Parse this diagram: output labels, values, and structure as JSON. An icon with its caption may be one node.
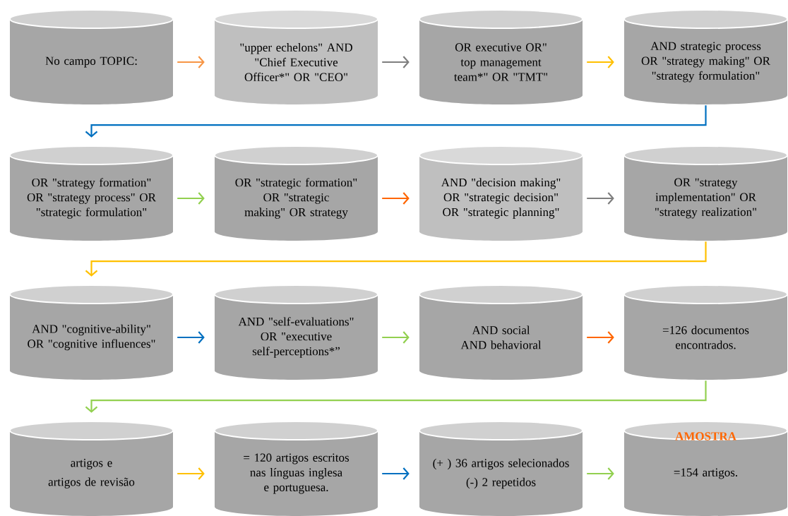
{
  "diagram": {
    "nodes": [
      {
        "text": [
          "No campo TOPIC:"
        ]
      },
      {
        "text": [
          "\"upper echelons\" AND \"Chief Executive Officer*\" OR \"CEO\""
        ]
      },
      {
        "text": [
          "OR executive OR\" top management team*\" OR \"TMT\""
        ]
      },
      {
        "text": [
          "AND strategic process OR \"strategy making\" OR \"strategy formulation\""
        ]
      },
      {
        "text": [
          "OR \"strategy formation\" OR \"strategy process\" OR \"strategic formulation\""
        ]
      },
      {
        "text": [
          "OR \"strategic formation\" OR \"strategic making\" OR strategy"
        ]
      },
      {
        "text": [
          "AND \"decision making\" OR \"strategic decision\" OR \"strategic planning\""
        ]
      },
      {
        "text": [
          "OR \"strategy implementation\" OR \"strategy realization\""
        ]
      },
      {
        "text": [
          "AND \"cognitive-ability\" OR \"cognitive influences\""
        ]
      },
      {
        "text": [
          "AND \"self-evaluations\" OR \"executive self-perceptions*”"
        ]
      },
      {
        "text": [
          "AND social AND behavioral"
        ]
      },
      {
        "text": [
          "=126 documentos encontrados."
        ]
      },
      {
        "text": [
          "artigos e",
          "artigos de revisão"
        ]
      },
      {
        "text": [
          "= 120 artigos escritos nas línguas inglesa e portuguesa."
        ]
      },
      {
        "text": [
          "(+ ) 36 artigos selecionados",
          "(-) 2 repetidos"
        ]
      },
      {
        "text": [
          "AMOSTRA",
          "=154 artigos."
        ]
      }
    ],
    "edges": [
      {
        "from": 0,
        "to": 1,
        "arrow": "to",
        "color": "#f79646"
      },
      {
        "from": 1,
        "to": 2,
        "arrow": "to",
        "color": "#7f7f7f"
      },
      {
        "from": 2,
        "to": 3,
        "arrow": "to",
        "color": "#ffc000"
      },
      {
        "from": 3,
        "to": 4,
        "arrow": "to",
        "color": "#0070c0"
      },
      {
        "from": 4,
        "to": 5,
        "arrow": "to",
        "color": "#92d050"
      },
      {
        "from": 5,
        "to": 6,
        "arrow": "to",
        "color": "#ff6600"
      },
      {
        "from": 6,
        "to": 7,
        "arrow": "to",
        "color": "#7f7f7f"
      },
      {
        "from": 7,
        "to": 8,
        "arrow": "to",
        "color": "#ffc000"
      },
      {
        "from": 8,
        "to": 9,
        "arrow": "to",
        "color": "#0070c0"
      },
      {
        "from": 9,
        "to": 10,
        "arrow": "to",
        "color": "#92d050"
      },
      {
        "from": 10,
        "to": 11,
        "arrow": "to",
        "color": "#ff6600"
      },
      {
        "from": 11,
        "to": 12,
        "arrow": "to",
        "color": "#92d050"
      },
      {
        "from": 12,
        "to": 13,
        "arrow": "to",
        "color": "#ffc000"
      },
      {
        "from": 13,
        "to": 14,
        "arrow": "to",
        "color": "#0070c0"
      },
      {
        "from": 14,
        "to": 15,
        "arrow": "to",
        "color": "#92d050"
      }
    ]
  }
}
